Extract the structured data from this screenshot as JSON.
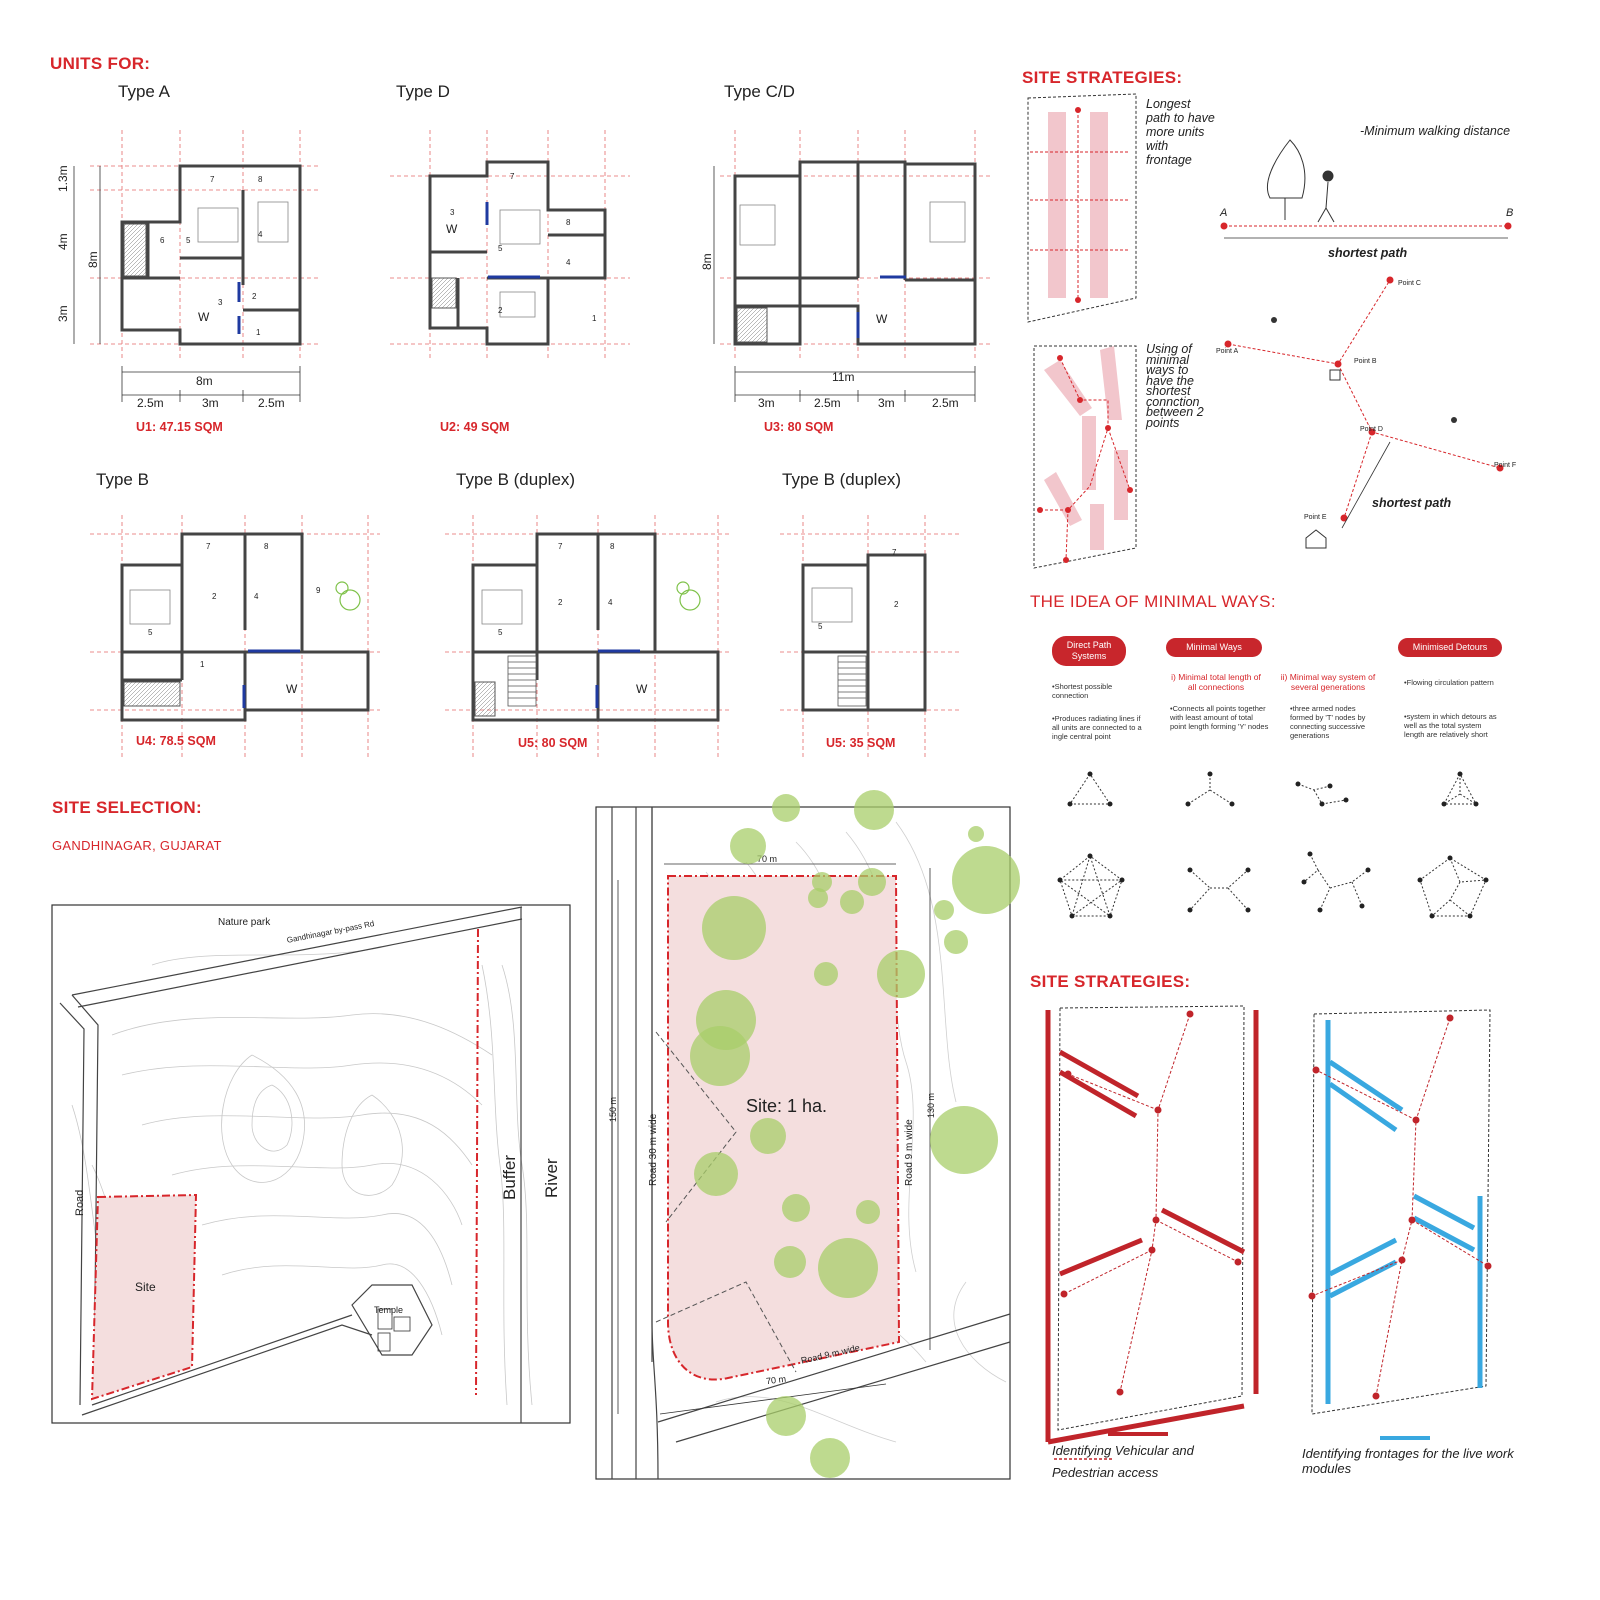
{
  "headings": {
    "units_for": "UNITS FOR:",
    "site_strategies_top": "SITE STRATEGIES:",
    "minimal_ways": "THE IDEA OF MINIMAL WAYS:",
    "site_strategies_bottom": "SITE STRATEGIES:",
    "site_selection": "SITE SELECTION:",
    "site_location": "GANDHINAGAR, GUJARAT"
  },
  "units": [
    {
      "type": "Type A",
      "area": "U1: 47.15 SQM",
      "total_width": "8m",
      "widths": [
        "2.5m",
        "3m",
        "2.5m"
      ],
      "depths": [
        "1.3m",
        "4m",
        "3m"
      ],
      "total_depth": "8m"
    },
    {
      "type": "Type D",
      "area": "U2: 49 SQM"
    },
    {
      "type": "Type C/D",
      "area": "U3: 80 SQM",
      "total_width": "11m",
      "widths": [
        "3m",
        "2.5m",
        "3m",
        "2.5m"
      ],
      "total_depth": "8m"
    },
    {
      "type": "Type B",
      "area": "U4: 78.5 SQM"
    },
    {
      "type": "Type B (duplex)",
      "area": "U5: 80 SQM"
    },
    {
      "type": "Type B (duplex)",
      "area": "U5: 35 SQM"
    }
  ],
  "room_labels": {
    "w": "W",
    "numbers": [
      "1",
      "2",
      "3",
      "4",
      "5",
      "6",
      "7",
      "8",
      "9"
    ]
  },
  "strategies_top": {
    "longest_path": "Longest path to have more units with frontage",
    "minimal_ways_note": "Using of minimal ways to have the shortest connction between 2 points",
    "min_walking": "-Minimum walking distance",
    "point_a": "A",
    "point_b": "B",
    "shortest_path": "shortest path",
    "nodes": [
      "Point A",
      "Point B",
      "Point C",
      "Point D",
      "Point E",
      "Point F"
    ]
  },
  "minimal_ways": {
    "pills": [
      "Direct Path Systems",
      "Minimal Ways",
      "Minimised Detours"
    ],
    "sub_i": "i) Minimal total length of all connections",
    "sub_ii": "ii) Minimal way system of several generations",
    "texts": [
      "•Shortest possible connection",
      "•Produces radiating lines if all units are connected to a ingle central point",
      "•Connects all points together with least amount of total point length forming 'Y' nodes",
      "•three armed nodes formed by 'T' nodes by connecting successive generations",
      "•Flowing circulation pattern",
      "•system in which detours as well as the total system length are relatively short"
    ]
  },
  "strategies_bottom": {
    "vehicular": "Identifying Vehicular and Pedestrian access",
    "frontages": "Identifying frontages for the live work modules",
    "colors": {
      "vehicular": "#c0242a",
      "frontage": "#39a8e0"
    }
  },
  "site_map": {
    "nature_park": "Nature park",
    "bypass": "Gandhinagar by-pass Rd",
    "road": "Road",
    "buffer": "Buffer",
    "river": "River",
    "site": "Site",
    "temple": "Temple"
  },
  "site_plan": {
    "site_label": "Site: 1 ha.",
    "top_width": "70 m",
    "bottom_width": "70 m",
    "left_len": "150 m",
    "right_len": "130 m",
    "road_30": "Road 30 m wide",
    "road_9_right": "Road 9 m wide",
    "road_9_bottom": "Road 9 m wide"
  },
  "colors": {
    "accent": "#d7262b",
    "site_fill": "#f4dede",
    "tree": "#a8cd6a",
    "wall_blue": "#1f3aa0"
  }
}
